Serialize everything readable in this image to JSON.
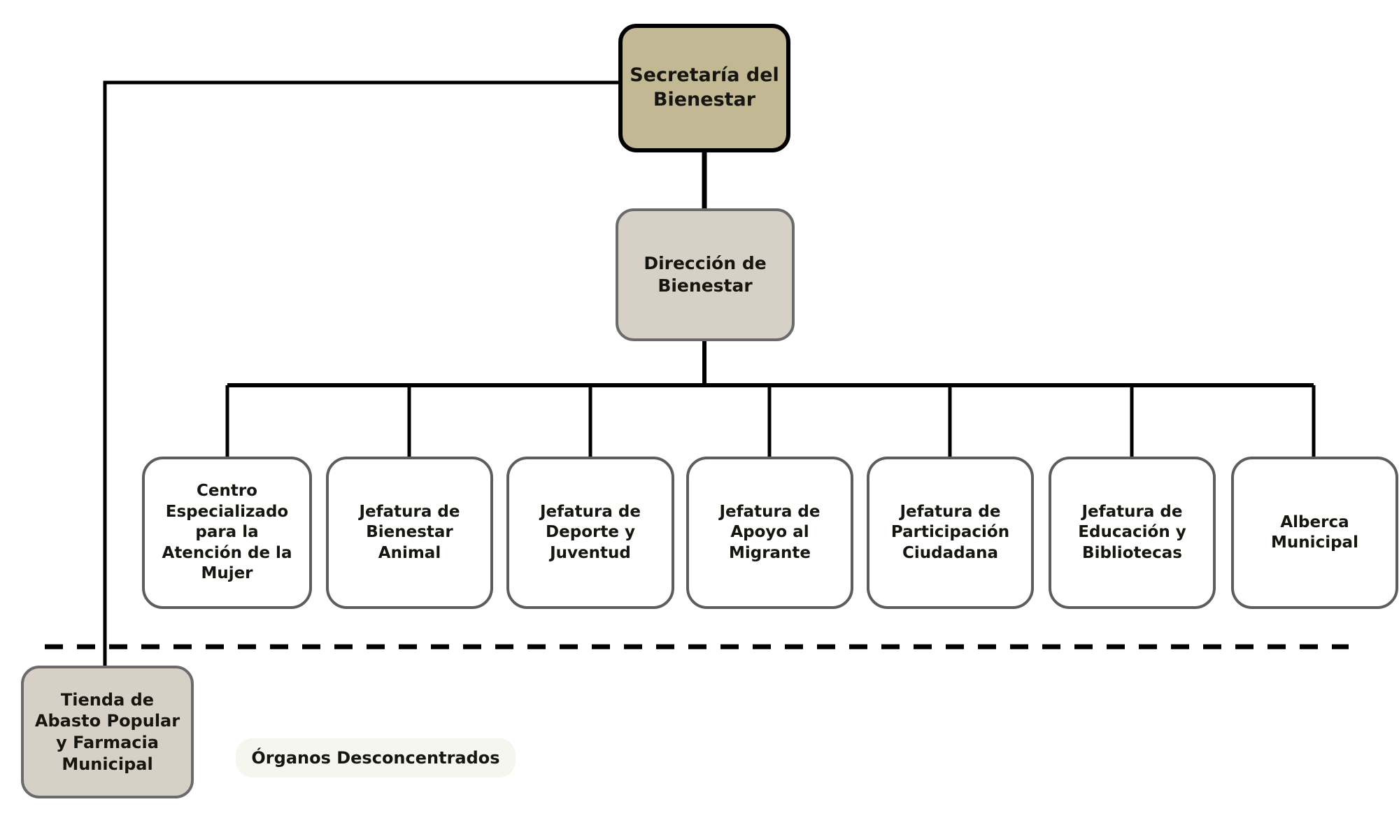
{
  "diagram": {
    "title_node": {
      "id": "secretaria-bienestar",
      "label": "Secretaría del\nBienestar"
    },
    "direction_node": {
      "id": "direccion-bienestar",
      "label": "Dirección de\nBienestar"
    },
    "units": [
      {
        "id": "centro-mujer",
        "label": "Centro\nEspecializado\npara la\nAtención de la\nMujer"
      },
      {
        "id": "bienestar-animal",
        "label": "Jefatura de\nBienestar\nAnimal"
      },
      {
        "id": "deporte-juventud",
        "label": "Jefatura de\nDeporte y\nJuventud"
      },
      {
        "id": "apoyo-migrante",
        "label": "Jefatura de\nApoyo al\nMigrante"
      },
      {
        "id": "participacion-ciudadana",
        "label": "Jefatura de\nParticipación\nCiudadana"
      },
      {
        "id": "educacion-bibliotecas",
        "label": "Jefatura de\nEducación y\nBibliotecas"
      },
      {
        "id": "alberca-municipal",
        "label": "Alberca\nMunicipal"
      }
    ],
    "desconcentrados": [
      {
        "id": "tienda-abasto",
        "label": "Tienda de\nAbasto Popular\ny Farmacia\nMunicipal"
      }
    ],
    "legend": {
      "label": "Órganos Desconcentrados"
    },
    "colors": {
      "root_fill": "#c3b894",
      "root_border": "#000000",
      "direction_fill": "#d6d0c7",
      "direction_border": "#6b6b6b",
      "unit_fill": "#ffffff",
      "unit_border": "#5d5d5d",
      "decon_fill": "#d6d0c7",
      "decon_border": "#6b6b6b",
      "legend_fill": "#f5f6ee",
      "connector": "#000000",
      "separator": "#000000",
      "background": "#ffffff",
      "text": "#17150f"
    }
  }
}
